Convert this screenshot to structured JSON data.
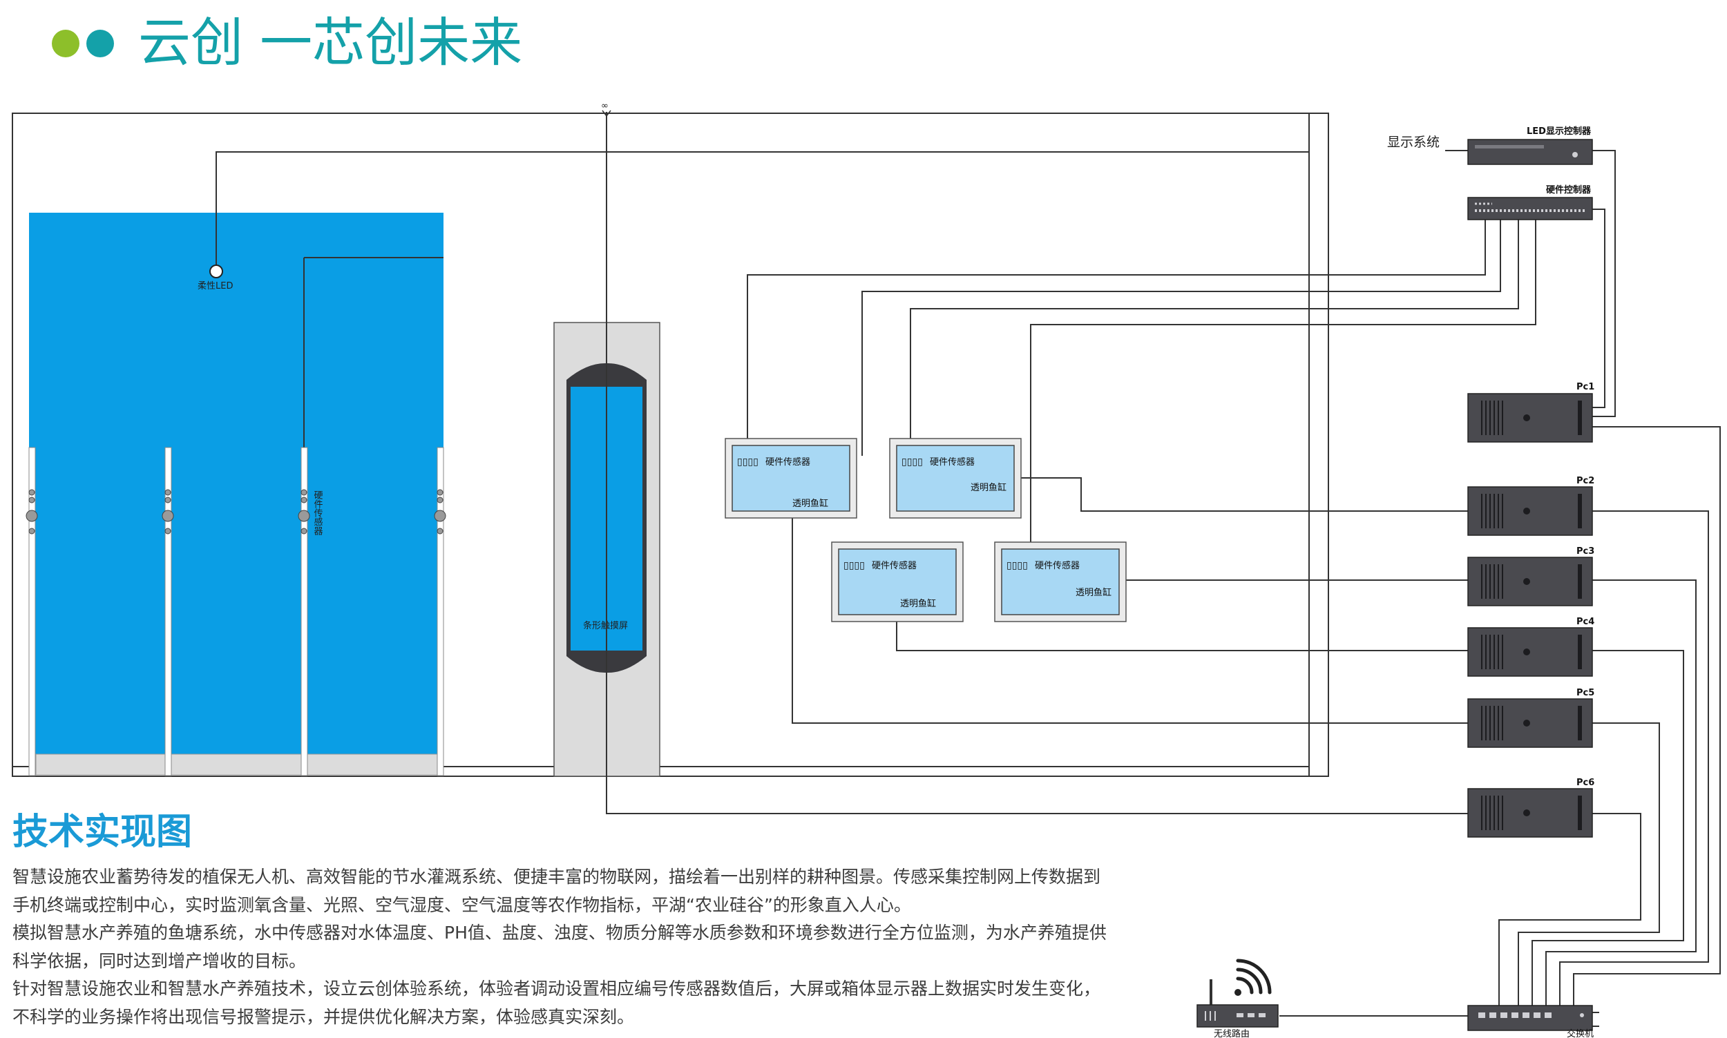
{
  "header": {
    "title": "云创 一芯创未来",
    "dot_colors": [
      "#8dbf2a",
      "#14a1a9"
    ]
  },
  "section_title": "技术实现图",
  "description": [
    "智慧设施农业蓄势待发的植保无人机、高效智能的节水灌溉系统、便捷丰富的物联网，描绘着一出别样的耕种图景。传感采集控制网上传数据到",
    "手机终端或控制中心，实时监测氧含量、光照、空气湿度、空气温度等农作物指标，平湖“农业硅谷”的形象直入人心。",
    "模拟智慧水产养殖的鱼塘系统，水中传感器对水体温度、PH值、盐度、浊度、物质分解等水质参数和环境参数进行全方位监测，为水产养殖提供",
    "科学依据，同时达到增产增收的目标。",
    "针对智慧设施农业和智慧水产养殖技术，设立云创体验系统，体验者调动设置相应编号传感器数值后，大屏或箱体显示器上数据实时发生变化，",
    "不科学的业务操作将出现信号报警提示，并提供优化解决方案，体验感真实深刻。"
  ],
  "diagram": {
    "led_label": "柔性LED",
    "sensor_vertical": "硬件传感器",
    "touch_screen": "条形触摸屏",
    "sensor_label": "硬件传感器",
    "tank_label": "透明鱼缸",
    "tank_icon_chars": "▯▯▯▯",
    "display_system": "显示系统",
    "led_controller": "LED显示控制器",
    "hw_controller": "硬件控制器",
    "pcs": [
      "Pc1",
      "Pc2",
      "Pc3",
      "Pc4",
      "Pc5",
      "Pc6"
    ],
    "router": "无线路由",
    "switch": "交换机",
    "top_marker": "∞"
  },
  "colors": {
    "wall_blue": "#0a9ee5",
    "tank_blue": "#a8d8f4",
    "pillar_gray": "#dcdcdc",
    "device_dark": "#4a4a4f",
    "title_teal": "#14a1a9",
    "section_blue": "#1a9ad6",
    "line": "#333333"
  }
}
